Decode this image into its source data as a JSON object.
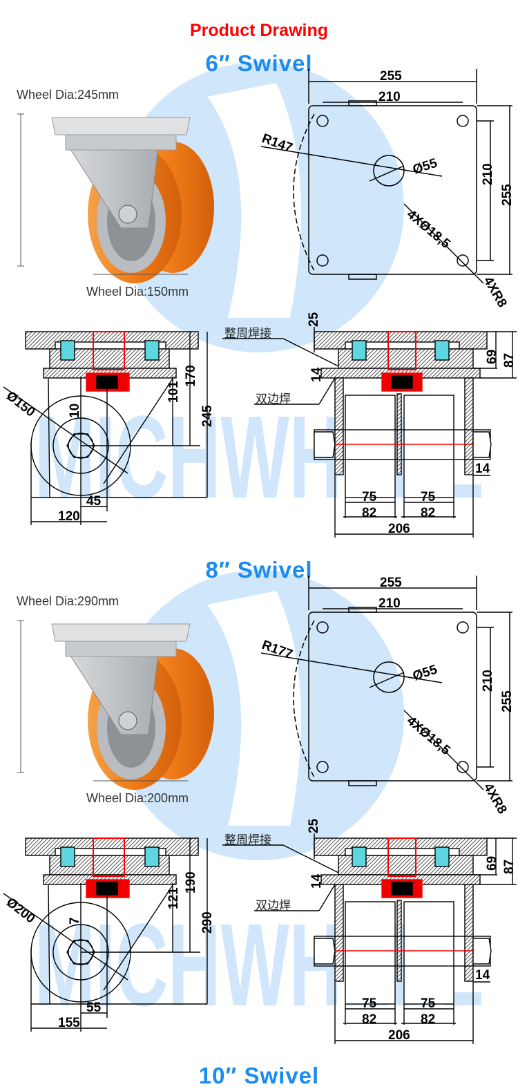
{
  "header": {
    "title": "Product Drawing"
  },
  "watermark": "MICHWHEEL",
  "colors": {
    "title": "#ff0000",
    "heading": "#1a8cf0",
    "watermark": "#cfe6fb",
    "wheel": "#f07a1a"
  },
  "sections": [
    {
      "heading": "6″ Swivel",
      "overall_dia": "Wheel Dia:245mm",
      "wheel_dia": "Wheel Dia:150mm",
      "top": {
        "w_outer": "255",
        "w_inner": "210",
        "h_inner": "210",
        "h_outer": "255",
        "radius": "R147",
        "center_hole": "Ø55",
        "holes": "4XØ18,5",
        "corners": "4XR8"
      },
      "side": {
        "dia": "Ø150",
        "offset_small": "10",
        "d1": "101",
        "d2": "170",
        "height": "245",
        "swivel_lead": "45",
        "swing": "120"
      },
      "front": {
        "plate": "25",
        "d69": "69",
        "d87": "87",
        "t14a": "14",
        "t14b": "14",
        "tread1": "75",
        "tread2": "75",
        "w1": "82",
        "w2": "82",
        "total": "206",
        "weld_full": "整周焊接",
        "weld_double": "双边焊"
      }
    },
    {
      "heading": "8″ Swivel",
      "overall_dia": "Wheel Dia:290mm",
      "wheel_dia": "Wheel Dia:200mm",
      "top": {
        "w_outer": "255",
        "w_inner": "210",
        "h_inner": "210",
        "h_outer": "255",
        "radius": "R177",
        "center_hole": "Ø55",
        "holes": "4XØ18,5",
        "corners": "4XR8"
      },
      "side": {
        "dia": "Ø200",
        "offset_small": "7",
        "d1": "121",
        "d2": "190",
        "height": "290",
        "swivel_lead": "55",
        "swing": "155"
      },
      "front": {
        "plate": "25",
        "d69": "69",
        "d87": "87",
        "t14a": "14",
        "t14b": "14",
        "tread1": "75",
        "tread2": "75",
        "w1": "82",
        "w2": "82",
        "total": "206",
        "weld_full": "整周焊接",
        "weld_double": "双边焊"
      }
    },
    {
      "heading": "10″ Swivel"
    }
  ]
}
